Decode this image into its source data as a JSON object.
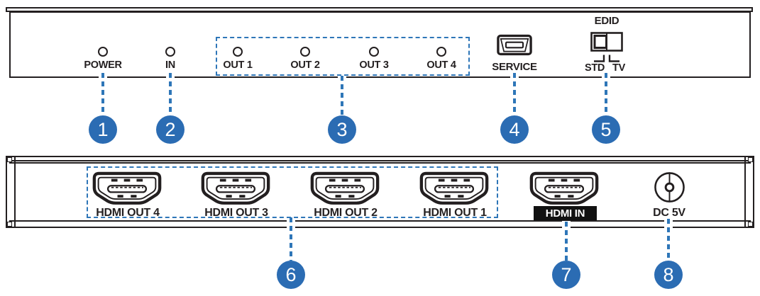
{
  "colors": {
    "accent_blue": "#2e76b8",
    "callout_blue": "#2b6cb3",
    "line_black": "#231f20"
  },
  "front_panel": {
    "power_led": {
      "label": "POWER"
    },
    "input_led": {
      "label": "IN"
    },
    "output_leds": [
      {
        "label": "OUT 1"
      },
      {
        "label": "OUT 2"
      },
      {
        "label": "OUT 3"
      },
      {
        "label": "OUT 4"
      }
    ],
    "service_port": {
      "label": "SERVICE"
    },
    "edid_switch": {
      "title": "EDID",
      "positions": [
        {
          "label": "STD"
        },
        {
          "label": "TV"
        }
      ]
    }
  },
  "rear_panel": {
    "hdmi_outputs": [
      {
        "label": "HDMI OUT 4"
      },
      {
        "label": "HDMI OUT 3"
      },
      {
        "label": "HDMI OUT 2"
      },
      {
        "label": "HDMI OUT 1"
      }
    ],
    "hdmi_input": {
      "label": "HDMI IN"
    },
    "dc_power": {
      "label": "DC 5V"
    }
  },
  "callouts": {
    "front": [
      {
        "number": "1"
      },
      {
        "number": "2"
      },
      {
        "number": "3"
      },
      {
        "number": "4"
      },
      {
        "number": "5"
      }
    ],
    "rear": [
      {
        "number": "6"
      },
      {
        "number": "7"
      },
      {
        "number": "8"
      }
    ]
  }
}
